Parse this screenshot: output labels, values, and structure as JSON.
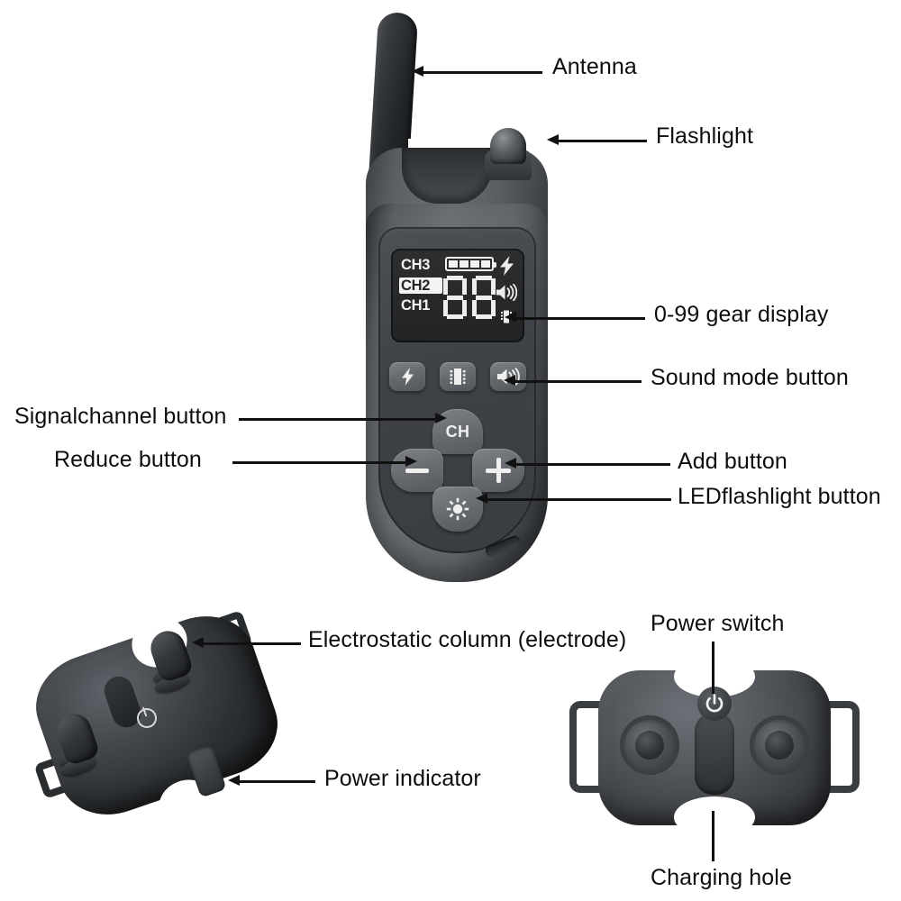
{
  "diagram": {
    "title": "Dog training collar remote and receiver annotated diagram",
    "accent_color": "#111111",
    "body_color": "#5c6064",
    "lcd_color": "#252729",
    "label_color": "#0d0d0d"
  },
  "callouts": {
    "antenna": "Antenna",
    "flashlight": "Flashlight",
    "gear_display": "0-99 gear display",
    "sound_mode": "Sound mode button",
    "signal_channel": "Signalchannel button",
    "reduce": "Reduce button",
    "add": "Add button",
    "led_flashlight": "LEDflashlight button",
    "electrostatic_column": "Electrostatic column (electrode)",
    "power_indicator": "Power indicator",
    "power_switch": "Power switch",
    "charging_hole": "Charging hole"
  },
  "remote": {
    "lcd": {
      "channels": [
        {
          "label": "CH3",
          "active": false
        },
        {
          "label": "CH2",
          "active": true
        },
        {
          "label": "CH1",
          "active": false
        }
      ],
      "battery_bars": 4,
      "digits": "88",
      "gear_range": "0-99",
      "icons": [
        {
          "name": "shock-bolt-icon",
          "glyph": "⚡"
        },
        {
          "name": "speaker-icon",
          "glyph": "🔊"
        },
        {
          "name": "vibration-icon",
          "glyph": "‖"
        }
      ]
    },
    "buttons": {
      "shock": {
        "name": "shock-button",
        "icon": "bolt-icon"
      },
      "vibrate": {
        "name": "vibration-button",
        "icon": "vibration-icon"
      },
      "sound": {
        "name": "sound-mode-button",
        "icon": "speaker-icon"
      },
      "channel": {
        "name": "channel-button",
        "label": "CH"
      },
      "reduce": {
        "name": "reduce-button",
        "icon": "minus-icon"
      },
      "add": {
        "name": "add-button",
        "icon": "plus-icon"
      },
      "led": {
        "name": "led-flashlight-button",
        "icon": "sun-icon"
      }
    }
  },
  "receiver": {
    "left_view": "angled back view",
    "right_view": "front view",
    "electrodes": 2,
    "power_symbol": "⏻"
  }
}
